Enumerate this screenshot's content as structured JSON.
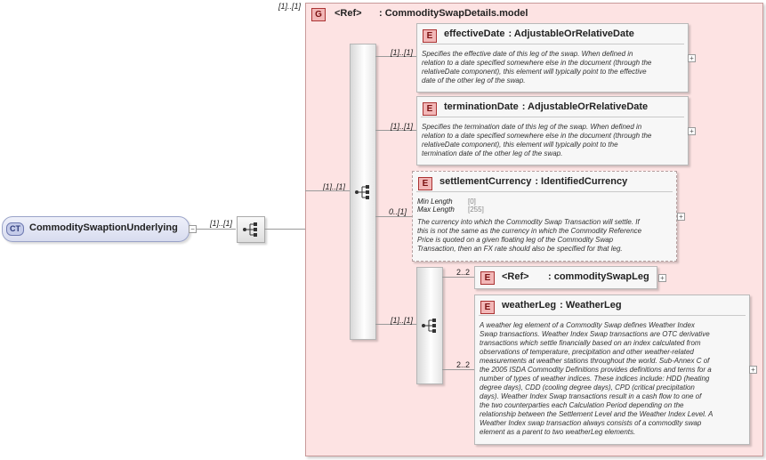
{
  "root": {
    "badge": "CT",
    "name": "CommoditySwaptionUnderlying",
    "mult": "[1]..[1]"
  },
  "group": {
    "badge": "G",
    "ref": "<Ref>",
    "name": ": CommoditySwapDetails.model",
    "mult": "[1]..[1]"
  },
  "seq1": {
    "mult": "[1]..[1]"
  },
  "elements": [
    {
      "badge": "E",
      "name": "effectiveDate",
      "type": ": AdjustableOrRelativeDate",
      "mult": "[1]..[1]",
      "desc": [
        "Specifies the effective date of this leg of the swap. When defined in",
        "relation to a date specified somewhere else in the document (through the",
        "relativeDate component), this element will typically point to the effective",
        "date of the other leg of the swap."
      ]
    },
    {
      "badge": "E",
      "name": "terminationDate",
      "type": ": AdjustableOrRelativeDate",
      "mult": "[1]..[1]",
      "desc": [
        "Specifies the termination date of this leg of the swap. When defined in",
        "relation to a date specified somewhere else in the document (through the",
        "relativeDate component), this element will typically point to the",
        "termination date of the other leg of the swap."
      ]
    },
    {
      "badge": "E",
      "name": "settlementCurrency",
      "type": ": IdentifiedCurrency",
      "mult": "0..[1]",
      "facets": [
        {
          "label": "Min Length",
          "value": "[0]"
        },
        {
          "label": "Max Length",
          "value": "[255]"
        }
      ],
      "desc": [
        "The currency into which the Commodity Swap Transaction will settle. If",
        "this is not the same as the currency in which the Commodity Reference",
        "Price is quoted on a given floating leg of the Commodity Swap",
        "Transaction, then an FX rate should also be specified for that leg."
      ]
    }
  ],
  "seq2": {
    "mult": "[1]..[1]"
  },
  "swapLeg": {
    "badge": "E",
    "ref": "<Ref>",
    "name": ": commoditySwapLeg",
    "mult": "2..2"
  },
  "weatherLeg": {
    "badge": "E",
    "name": "weatherLeg",
    "type": ": WeatherLeg",
    "mult": "2..2",
    "desc": [
      "A weather leg element of a Commodity Swap defines Weather Index",
      "Swap transactions. Weather Index Swap transactions are OTC derivative",
      "transactions which settle financially based on an index calculated from",
      "observations of temperature, precipitation and other weather-related",
      "measurements at weather stations throughout the world. Sub-Annex C of",
      "the 2005 ISDA Commodity Definitions provides definitions and terms for a",
      "number of types of weather indices. These indices include: HDD (heating",
      "degree days), CDD (cooling degree days), CPD (critical precipitation",
      "days). Weather Index Swap transactions result in a cash flow to one of",
      "the two counterparties each Calculation Period depending on the",
      "relationship between the Settlement Level and the Weather Index Level. A",
      "Weather Index swap transaction always consists of a commodity swap",
      "element as a parent to two weatherLeg elements."
    ]
  },
  "colors": {
    "group_bg": "#fde3e3",
    "group_border": "#c99a9a",
    "root_bg": "#dfe3f3"
  }
}
